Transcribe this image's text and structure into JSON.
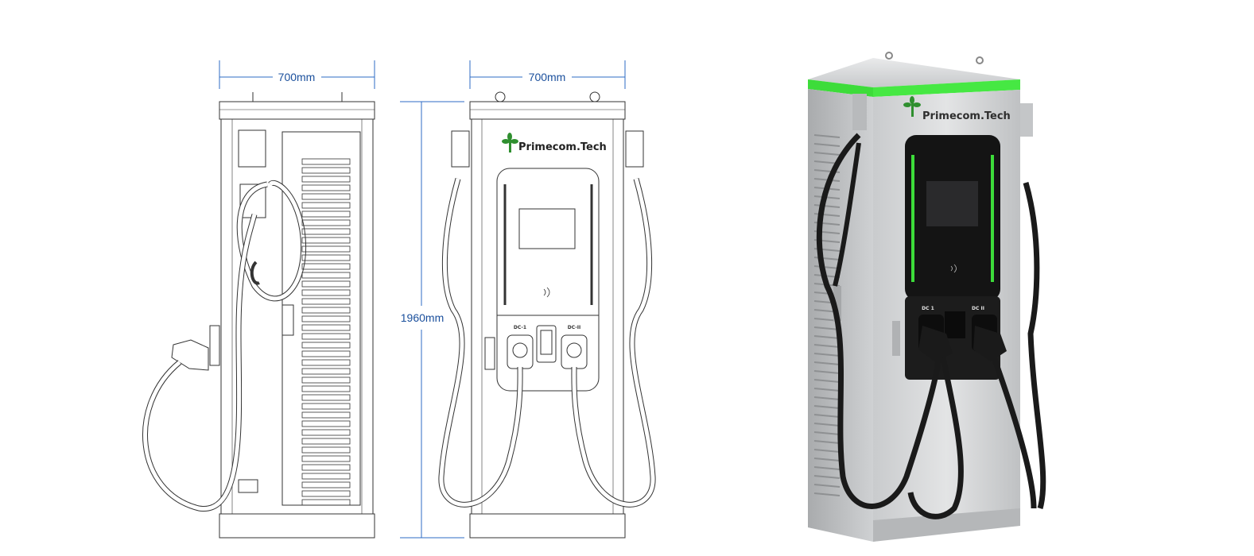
{
  "dimensions": {
    "side_width": "700mm",
    "front_width": "700mm",
    "height": "1960mm"
  },
  "brand": {
    "name": "Primecom.Tech",
    "logo_icon": "sprout-logo-icon"
  },
  "ports": {
    "left": "DC-1",
    "right": "DC-II",
    "render_left": "DC 1",
    "render_right": "DC II"
  },
  "colors": {
    "dimension_line": "#2d6bc4",
    "accent_green": "#3ddc3a",
    "brand_green": "#2f8f2f",
    "body_silver": "#d2d4d6"
  }
}
